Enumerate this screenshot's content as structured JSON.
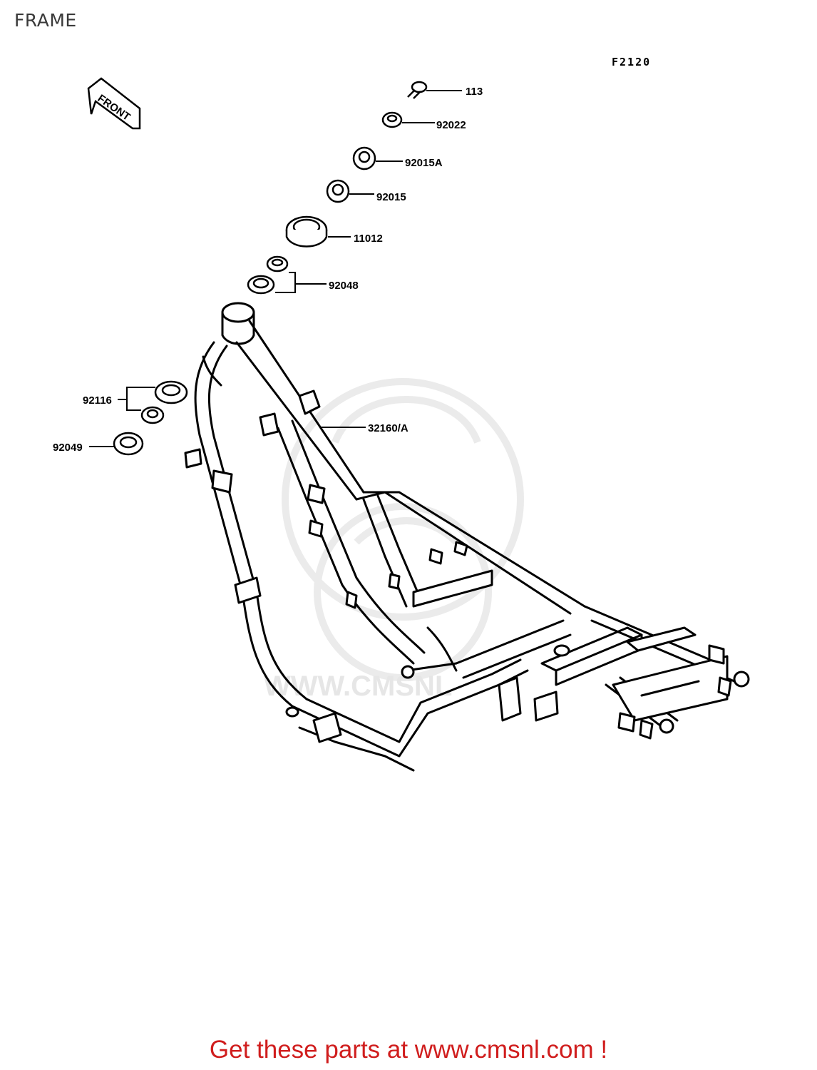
{
  "page": {
    "title": "FRAME"
  },
  "diagram": {
    "code": "F2120",
    "front_arrow_label": "FRONT",
    "watermark_text": "WWW.CMSNL",
    "parts": {
      "p113": "113",
      "p92022": "92022",
      "p92015A": "92015A",
      "p92015": "92015",
      "p11012": "11012",
      "p92048": "92048",
      "p92116": "92116",
      "p92049": "92049",
      "p32160A": "32160/A"
    }
  },
  "footer": {
    "promo_text": "Get these parts at www.cmsnl.com !"
  },
  "colors": {
    "promo": "#d01d1d",
    "ink": "#000000",
    "watermark": "#e6e6e6"
  }
}
